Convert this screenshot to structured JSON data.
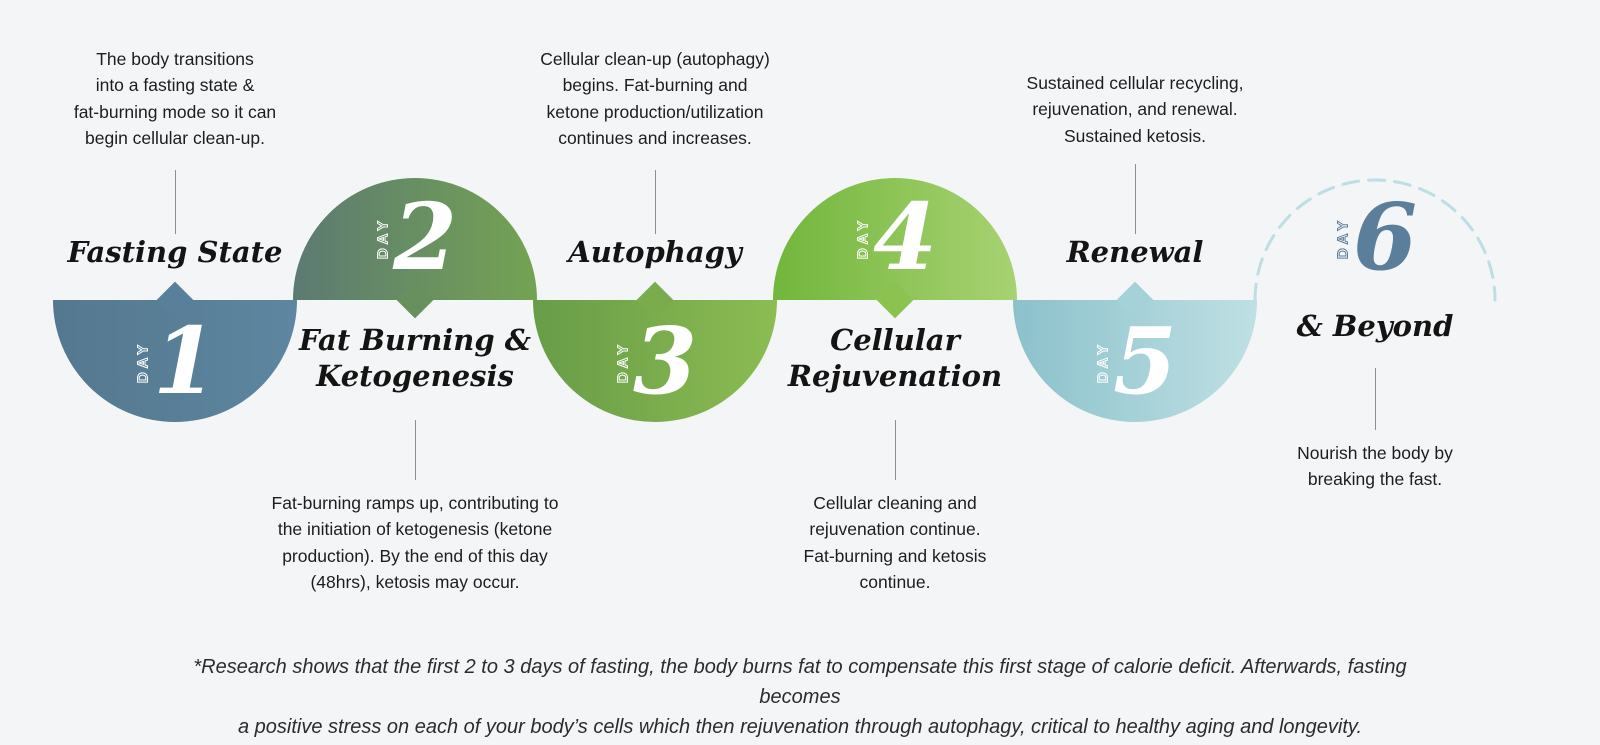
{
  "background_color": "#f4f5f6",
  "days": [
    {
      "day_label": "DAY",
      "number": "1",
      "title": "Fasting State",
      "description": "The body transitions\ninto a fasting state &\nfat-burning mode so it can\nbegin cellular clean-up.",
      "colors": {
        "g1": "#54788f",
        "g2": "#5e86a0",
        "pointer": "#58809a",
        "day_text": "#ffffff"
      }
    },
    {
      "day_label": "DAY",
      "number": "2",
      "title": "Fat Burning &\nKetogenesis",
      "description": "Fat-burning ramps up, contributing to\nthe initiation of ketogenesis (ketone\nproduction). By the end of this day\n(48hrs), ketosis may occur.",
      "colors": {
        "g1": "#5c7a72",
        "g2": "#74a353",
        "pointer": "#68905f",
        "day_text": "#ffffff"
      }
    },
    {
      "day_label": "DAY",
      "number": "3",
      "title": "Autophagy",
      "description": "Cellular clean-up (autophagy)\nbegins. Fat-burning and\nketone production/utilization\ncontinues and increases.",
      "colors": {
        "g1": "#689c48",
        "g2": "#8cbc52",
        "pointer": "#7aab4d",
        "day_text": "#ffffff"
      }
    },
    {
      "day_label": "DAY",
      "number": "4",
      "title": "Cellular\nRejuvenation",
      "description": "Cellular cleaning and\nrejuvenation continue.\nFat-burning and ketosis\ncontinue.",
      "colors": {
        "g1": "#72b63c",
        "g2": "#a8d272",
        "pointer": "#8cc24f",
        "day_text": "#ffffff"
      }
    },
    {
      "day_label": "DAY",
      "number": "5",
      "title": "Renewal",
      "description": "Sustained cellular recycling,\nrejuvenation, and renewal.\nSustained ketosis.",
      "colors": {
        "g1": "#8cc1cb",
        "g2": "#bfe0e4",
        "pointer": "#a5d2d8",
        "day_text": "#ffffff"
      }
    },
    {
      "day_label": "DAY",
      "number": "6",
      "title": "& Beyond",
      "description": "Nourish the body by\nbreaking the fast.",
      "colors": {
        "g1": "#bddee4",
        "g2": "#bddee4",
        "pointer": "#bddee4",
        "day_text": "#5b7e9b"
      }
    }
  ],
  "footnote": "*Research shows that the first 2 to 3 days of fasting, the body burns fat to compensate this first stage of calorie deficit.  Afterwards, fasting becomes\na positive stress on each of your body’s cells which then rejuvenation through autophagy, critical to healthy aging and longevity."
}
